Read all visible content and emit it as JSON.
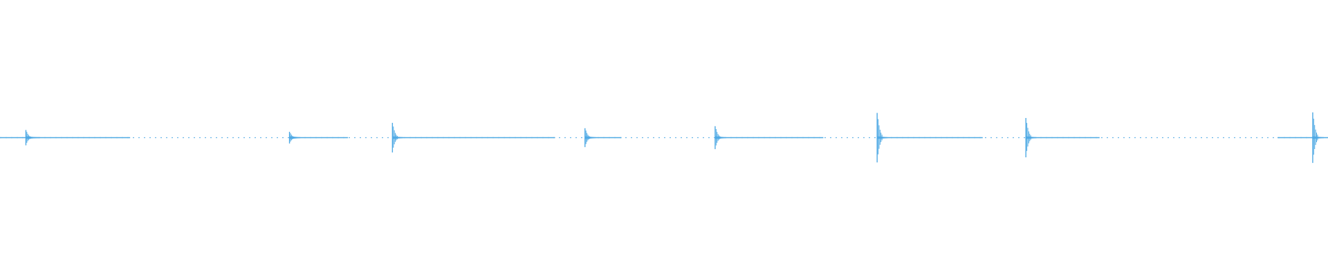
{
  "waveform": {
    "color": "#4ea9e4",
    "baseline_style": "dotted-with-solid-segments",
    "transients": [
      {
        "time": 0.0195,
        "amplitude": 0.3
      },
      {
        "time": 0.218,
        "amplitude": 0.23
      },
      {
        "time": 0.2955,
        "amplitude": 0.58
      },
      {
        "time": 0.4405,
        "amplitude": 0.37
      },
      {
        "time": 0.5385,
        "amplitude": 0.45
      },
      {
        "time": 0.6605,
        "amplitude": 0.97
      },
      {
        "time": 0.7725,
        "amplitude": 0.77
      },
      {
        "time": 0.9885,
        "amplitude": 0.99
      }
    ],
    "sustained_segments": [
      {
        "start": 0.0,
        "end": 0.03
      },
      {
        "start": 0.02,
        "end": 0.098
      },
      {
        "start": 0.218,
        "end": 0.262
      },
      {
        "start": 0.2955,
        "end": 0.418
      },
      {
        "start": 0.4405,
        "end": 0.468
      },
      {
        "start": 0.5385,
        "end": 0.62
      },
      {
        "start": 0.6605,
        "end": 0.74
      },
      {
        "start": 0.7725,
        "end": 0.828
      },
      {
        "start": 0.962,
        "end": 1.0
      }
    ]
  }
}
